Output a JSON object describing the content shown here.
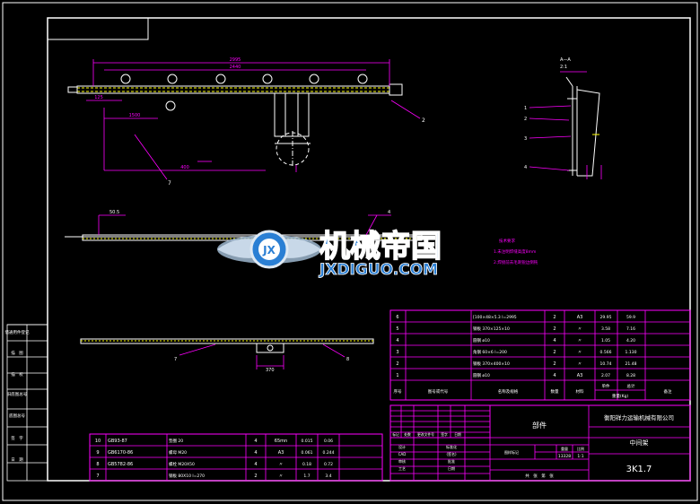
{
  "watermark": {
    "cn": "机械帝国",
    "en": "JXDIGUO.COM",
    "logo_letters": "JX"
  },
  "colors": {
    "background": "#000000",
    "frame": "#ffffff",
    "table": "#ff00ff",
    "drawing": "#ffffff",
    "dimension": "#ff00ff",
    "hidden": "#ffff00",
    "watermark_blue": "#2a7fd4"
  },
  "left_column": [
    "借通用件登记",
    "描　图",
    "描　校",
    "旧底图总号",
    "底图总号",
    "签　字",
    "日　期"
  ],
  "section_label": "A—A",
  "section_scale": "2:1",
  "tech_notes": [
    "技术要求",
    "1.未注明焊缝高度8mm",
    "2.焊接前去毛刺锐边倒钝"
  ],
  "dims": {
    "d1": "2995",
    "d2": "2440",
    "d3": "1500",
    "d4": "400",
    "d5": "370",
    "d6": "50.5",
    "d7": "125"
  },
  "parts_upper": [
    {
      "no": "6",
      "spec": "[100×48×5.3  l=2995",
      "qty": "2",
      "mat": "A3",
      "w1": "29.95",
      "w2": "59.9",
      "note": ""
    },
    {
      "no": "5",
      "spec": "钢板  370×125×10",
      "qty": "2",
      "mat": "〃",
      "w1": "3.58",
      "w2": "7.16",
      "note": ""
    },
    {
      "no": "4",
      "spec": "圆钢  ø10",
      "qty": "4",
      "mat": "〃",
      "w1": "1.05",
      "w2": "4.20",
      "note": ""
    },
    {
      "no": "3",
      "spec": "角钢  60×6  l=200",
      "qty": "2",
      "mat": "〃",
      "w1": "0.566",
      "w2": "1.130",
      "note": ""
    },
    {
      "no": "2",
      "spec": "钢板  370×400×10",
      "qty": "2",
      "mat": "〃",
      "w1": "10.74",
      "w2": "21.48",
      "note": ""
    },
    {
      "no": "1",
      "spec": "圆钢  ø10",
      "qty": "4",
      "mat": "A3",
      "w1": "2.07",
      "w2": "8.28",
      "note": ""
    }
  ],
  "parts_upper_header": {
    "no": "序号",
    "code": "图号或代号",
    "spec": "名称及规格",
    "qty": "数量",
    "mat": "材料",
    "weight_single": "单件",
    "weight_total": "总计",
    "weight": "重量(Kg)",
    "note": "备注"
  },
  "parts_lower": [
    {
      "no": "10",
      "code": "GB93-87",
      "name": "垫圈  20",
      "qty": "4",
      "mat": "65mn",
      "w1": "0.015",
      "w2": "0.06"
    },
    {
      "no": "9",
      "code": "GB6170-86",
      "name": "螺母  M20",
      "qty": "4",
      "mat": "A3",
      "w1": "0.061",
      "w2": "0.244"
    },
    {
      "no": "8",
      "code": "GB5782-86",
      "name": "螺栓  M20X50",
      "qty": "4",
      "mat": "〃",
      "w1": "0.18",
      "w2": "0.72"
    },
    {
      "no": "7",
      "code": "",
      "name": "钢板  80X10  l=270",
      "qty": "2",
      "mat": "〃",
      "w1": "1.7",
      "w2": "3.4"
    }
  ],
  "title_block": {
    "type": "部件",
    "company": "衡阳祥力运输机械有限公司",
    "part_name": "中间架",
    "drawing_no": "3K1.7",
    "stage_label": "图样标记",
    "weight_label": "重量",
    "scale_label": "比例",
    "weight": "13328",
    "scale": "1:1",
    "sheet_label": "共　张　第　张",
    "rev_headers": [
      "标记",
      "处数",
      "更改文件号",
      "签字",
      "日期"
    ],
    "sign_rows": [
      "设计",
      "CAD",
      "审核",
      "工艺"
    ],
    "sign_cols": [
      "标准化",
      "(签名)",
      "批准",
      "日期"
    ]
  }
}
